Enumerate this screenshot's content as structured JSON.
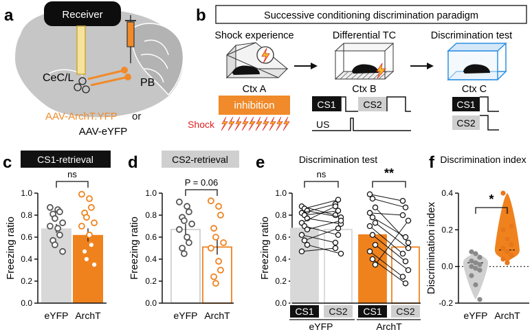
{
  "panel_labels": {
    "a": "a",
    "b": "b",
    "c": "c",
    "d": "d",
    "e": "e",
    "f": "f"
  },
  "colors": {
    "orange": "#f0821e",
    "gray": "#d8d8d8",
    "dark": "#111111",
    "blue": "#2b8fe0",
    "red": "#e02020",
    "brain": "#c4c4c4",
    "cage_blue_fill": "#e6f1fb"
  },
  "panel_a": {
    "receiver_label": "Receiver",
    "region_cec": "CeC/L",
    "region_pb": "PB",
    "virus_line1": "AAV-ArchT.YFP",
    "virus_or": " or",
    "virus_line2": "AAV-eYFP"
  },
  "panel_b": {
    "title": "Successive conditioning discrimination paradigm",
    "stages": [
      {
        "heading": "Shock experience",
        "context": "Ctx A"
      },
      {
        "heading": "Differential TC",
        "context": "Ctx B"
      },
      {
        "heading": "Discrimination test",
        "context": "Ctx C"
      }
    ],
    "inhibition_label": "inhibition",
    "shock_label": "Shock",
    "cs1_label": "CS1",
    "cs2_label": "CS2",
    "us_label": "US"
  },
  "chart_data": [
    {
      "panel": "c",
      "type": "bar",
      "title": "CS1-retrieval",
      "ylabel": "Freezing ratio",
      "categories": [
        "eYFP",
        "ArchT"
      ],
      "ylim": [
        0,
        1.0
      ],
      "yticks": [
        "0.0",
        "0.2",
        "0.4",
        "0.6",
        "0.8",
        "1.0"
      ],
      "values": [
        0.68,
        0.62
      ],
      "errors": [
        0.04,
        0.06
      ],
      "points": [
        [
          0.87,
          0.85,
          0.83,
          0.81,
          0.77,
          0.73,
          0.7,
          0.68,
          0.62,
          0.57,
          0.53,
          0.47
        ],
        [
          0.99,
          0.95,
          0.87,
          0.82,
          0.78,
          0.73,
          0.7,
          0.62,
          0.53,
          0.47,
          0.4,
          0.35
        ]
      ],
      "significance": "ns"
    },
    {
      "panel": "d",
      "type": "bar",
      "title": "CS2-retrieval",
      "ylabel": "Freezing ratio",
      "categories": [
        "eYFP",
        "ArchT"
      ],
      "ylim": [
        0,
        1.0
      ],
      "yticks": [
        "0.0",
        "0.2",
        "0.4",
        "0.6",
        "0.8",
        "1.0"
      ],
      "values": [
        0.67,
        0.51
      ],
      "errors": [
        0.05,
        0.07
      ],
      "points": [
        [
          0.92,
          0.88,
          0.83,
          0.78,
          0.75,
          0.72,
          0.67,
          0.6,
          0.55,
          0.5,
          0.45
        ],
        [
          0.93,
          0.88,
          0.8,
          0.68,
          0.6,
          0.55,
          0.5,
          0.38,
          0.3,
          0.24,
          0.18
        ]
      ],
      "significance": "P = 0.06"
    },
    {
      "panel": "e",
      "type": "bar",
      "title": "Discrimination test",
      "ylabel": "Freezing ratio",
      "categories": [
        "CS1",
        "CS2",
        "CS1",
        "CS2"
      ],
      "groups": [
        "eYFP",
        "ArchT"
      ],
      "ylim": [
        0,
        1.0
      ],
      "yticks": [
        "0.0",
        "0.2",
        "0.4",
        "0.6",
        "0.8",
        "1.0"
      ],
      "values": [
        0.68,
        0.67,
        0.62,
        0.51
      ],
      "pairs": [
        [
          [
            0.88,
            0.8
          ],
          [
            0.86,
            0.94
          ],
          [
            0.84,
            0.78
          ],
          [
            0.82,
            0.9
          ],
          [
            0.8,
            0.84
          ],
          [
            0.77,
            0.72
          ],
          [
            0.73,
            0.88
          ],
          [
            0.7,
            0.62
          ],
          [
            0.67,
            0.75
          ],
          [
            0.62,
            0.55
          ],
          [
            0.57,
            0.68
          ],
          [
            0.53,
            0.45
          ],
          [
            0.47,
            0.5
          ]
        ],
        [
          [
            0.99,
            0.93
          ],
          [
            0.95,
            0.87
          ],
          [
            0.87,
            0.55
          ],
          [
            0.82,
            0.8
          ],
          [
            0.78,
            0.6
          ],
          [
            0.73,
            0.5
          ],
          [
            0.7,
            0.45
          ],
          [
            0.62,
            0.38
          ],
          [
            0.53,
            0.3
          ],
          [
            0.47,
            0.24
          ],
          [
            0.4,
            0.18
          ],
          [
            0.35,
            0.75
          ]
        ]
      ],
      "significance": [
        "ns",
        "**"
      ]
    },
    {
      "panel": "f",
      "type": "violin",
      "title": "Discrimination index",
      "ylabel": "Discrimination index",
      "categories": [
        "eYFP",
        "ArchT"
      ],
      "ylim": [
        -0.2,
        0.4
      ],
      "yticks": [
        "-0.2",
        "0.0",
        "0.2",
        "0.4"
      ],
      "points": [
        [
          0.08,
          0.07,
          0.05,
          0.03,
          0.02,
          0.01,
          0.0,
          -0.01,
          -0.02,
          -0.05,
          -0.1,
          -0.18
        ],
        [
          0.4,
          0.3,
          0.22,
          0.2,
          0.15,
          0.12,
          0.1,
          0.08,
          0.06,
          0.04,
          0.02
        ]
      ],
      "medians": [
        0.02,
        0.09
      ],
      "significance": "*"
    }
  ]
}
